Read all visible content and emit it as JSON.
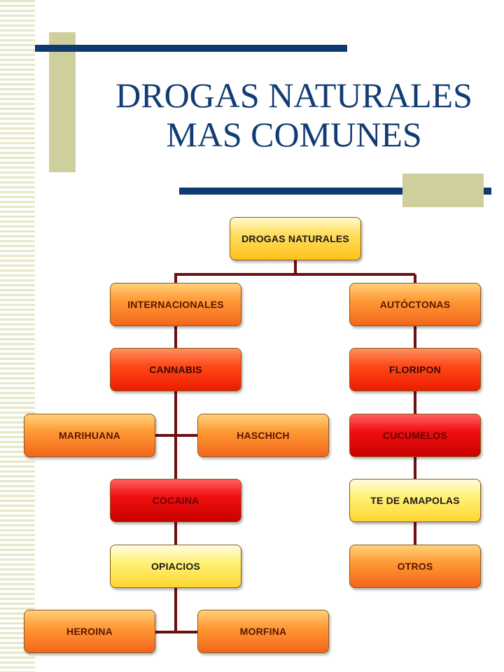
{
  "title": {
    "line1": "DROGAS NATURALES",
    "line2": "MAS COMUNES"
  },
  "diagram": {
    "root": {
      "label": "DROGAS NATURALES"
    },
    "internacionales": {
      "label": "INTERNACIONALES",
      "cannabis": {
        "label": "CANNABIS",
        "children": [
          "MARIHUANA",
          "HASCHICH"
        ]
      },
      "cocaina": {
        "label": "COCAINA"
      },
      "opiacios": {
        "label": "OPIACIOS",
        "children": [
          "HEROINA",
          "MORFINA"
        ]
      }
    },
    "autoctonas": {
      "label": "AUTÓCTONAS",
      "items": [
        "FLORIPON",
        "CUCUMELOS",
        "TE DE AMAPOLAS",
        "OTROS"
      ]
    }
  },
  "colors": {
    "title": "#123c73",
    "connector": "#6b0f0f",
    "rule": "#0f3a70",
    "accent": "#cfcf9e"
  }
}
